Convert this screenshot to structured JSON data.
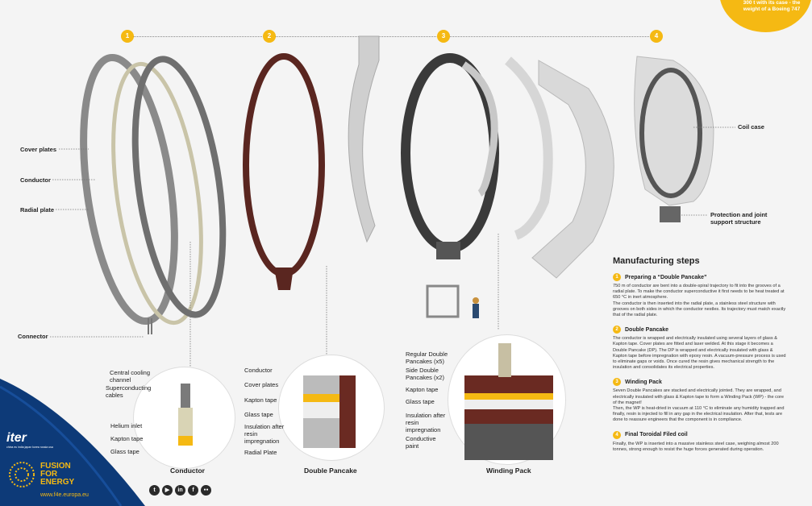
{
  "badge": {
    "text": "300 t with its case - the weight of a Boeing 747"
  },
  "step_numbers": [
    "1",
    "2",
    "3",
    "4"
  ],
  "labels": {
    "cover_plates": "Cover plates",
    "conductor": "Conductor",
    "radial_plate": "Radial plate",
    "connector": "Connector",
    "coil_case": "Coil case",
    "protection": "Protection and joint support structure"
  },
  "circle1": {
    "caption": "Conductor",
    "items": [
      "Central cooling channel",
      "Superconducting cables",
      "Helium inlet",
      "Kapton tape",
      "Glass tape"
    ]
  },
  "circle2": {
    "caption": "Double Pancake",
    "items": [
      "Conductor",
      "Cover plates",
      "Kapton tape",
      "Glass tape",
      "Insulation after resin impregnation",
      "Radial Plate"
    ]
  },
  "circle3": {
    "caption": "Winding Pack",
    "items": [
      "Regular Double Pancakes (x5)",
      "Side Double Pancakes (x2)",
      "Kapton tape",
      "Glass tape",
      "Insulation after resin impregnation",
      "Conductive paint"
    ]
  },
  "manufacturing": {
    "title": "Manufacturing steps",
    "steps": [
      {
        "num": "1",
        "title": "Preparing a “Double Pancake”",
        "body": "750 m of conductor are bent into a double-spiral trajectory to fit into the grooves of a radial plate. To make the conductor superconductive it first needs to be heat treated at 650 °C in inert atmosphere.",
        "body2": "The conductor is then inserted into the radial plate, a stainless steel structure with grooves on both sides in which the conductor nestles. Its trajectory must match exactly that of the radial plate."
      },
      {
        "num": "2",
        "title": "Double Pancake",
        "body": "The conductor is wrapped and electrically insulated using several layers of glass & Kapton tape. Cover plates are fitted and laser welded. At this stage it becomes a Double Pancake (DP). The DP is wrapped and electrically insulated with glass & Kapton tape before impregnation with epoxy resin. A vacuum-pressure process is used to eliminate gaps or voids. Once cured the resin gives mechanical strength to the insulation and consolidates its electrical properties.",
        "body2": ""
      },
      {
        "num": "3",
        "title": "Winding Pack",
        "body": "Seven Double Pancakes are stacked and electrically jointed. They are wrapped, and electrically insulated with glass & Kapton tape to form a Winding Pack (WP) - the core of the magnet!",
        "body2": "Then, the WP is heat-dried in vacuum at 110 °C to eliminate any humidity trapped and finally, resin is injected to fill in any gap in the electrical insulation. After that, tests are done to reassure engineers that the component is in compliance."
      },
      {
        "num": "4",
        "title": "Final Toroidal Filed coil",
        "body": "Finally, the WP is inserted into a massive stainless steel case, weighing almost 200 tonnes, strong enough to resist the huge forces generated during operation.",
        "body2": ""
      }
    ]
  },
  "branding": {
    "iter": "iter",
    "iter_sub": "china eu india japan korea russia usa",
    "f4e_line1": "FUSION",
    "f4e_line2": "FOR",
    "f4e_line3": "ENERGY",
    "url": "www.f4e.europa.eu"
  },
  "social": [
    "twitter-icon",
    "youtube-icon",
    "linkedin-icon",
    "facebook-icon",
    "flickr-icon"
  ],
  "social_glyphs": [
    "t",
    "▶",
    "in",
    "f",
    "●●"
  ],
  "colors": {
    "accent": "#f5b913",
    "corner": "#0d3a78",
    "dp": "#5a2620"
  }
}
